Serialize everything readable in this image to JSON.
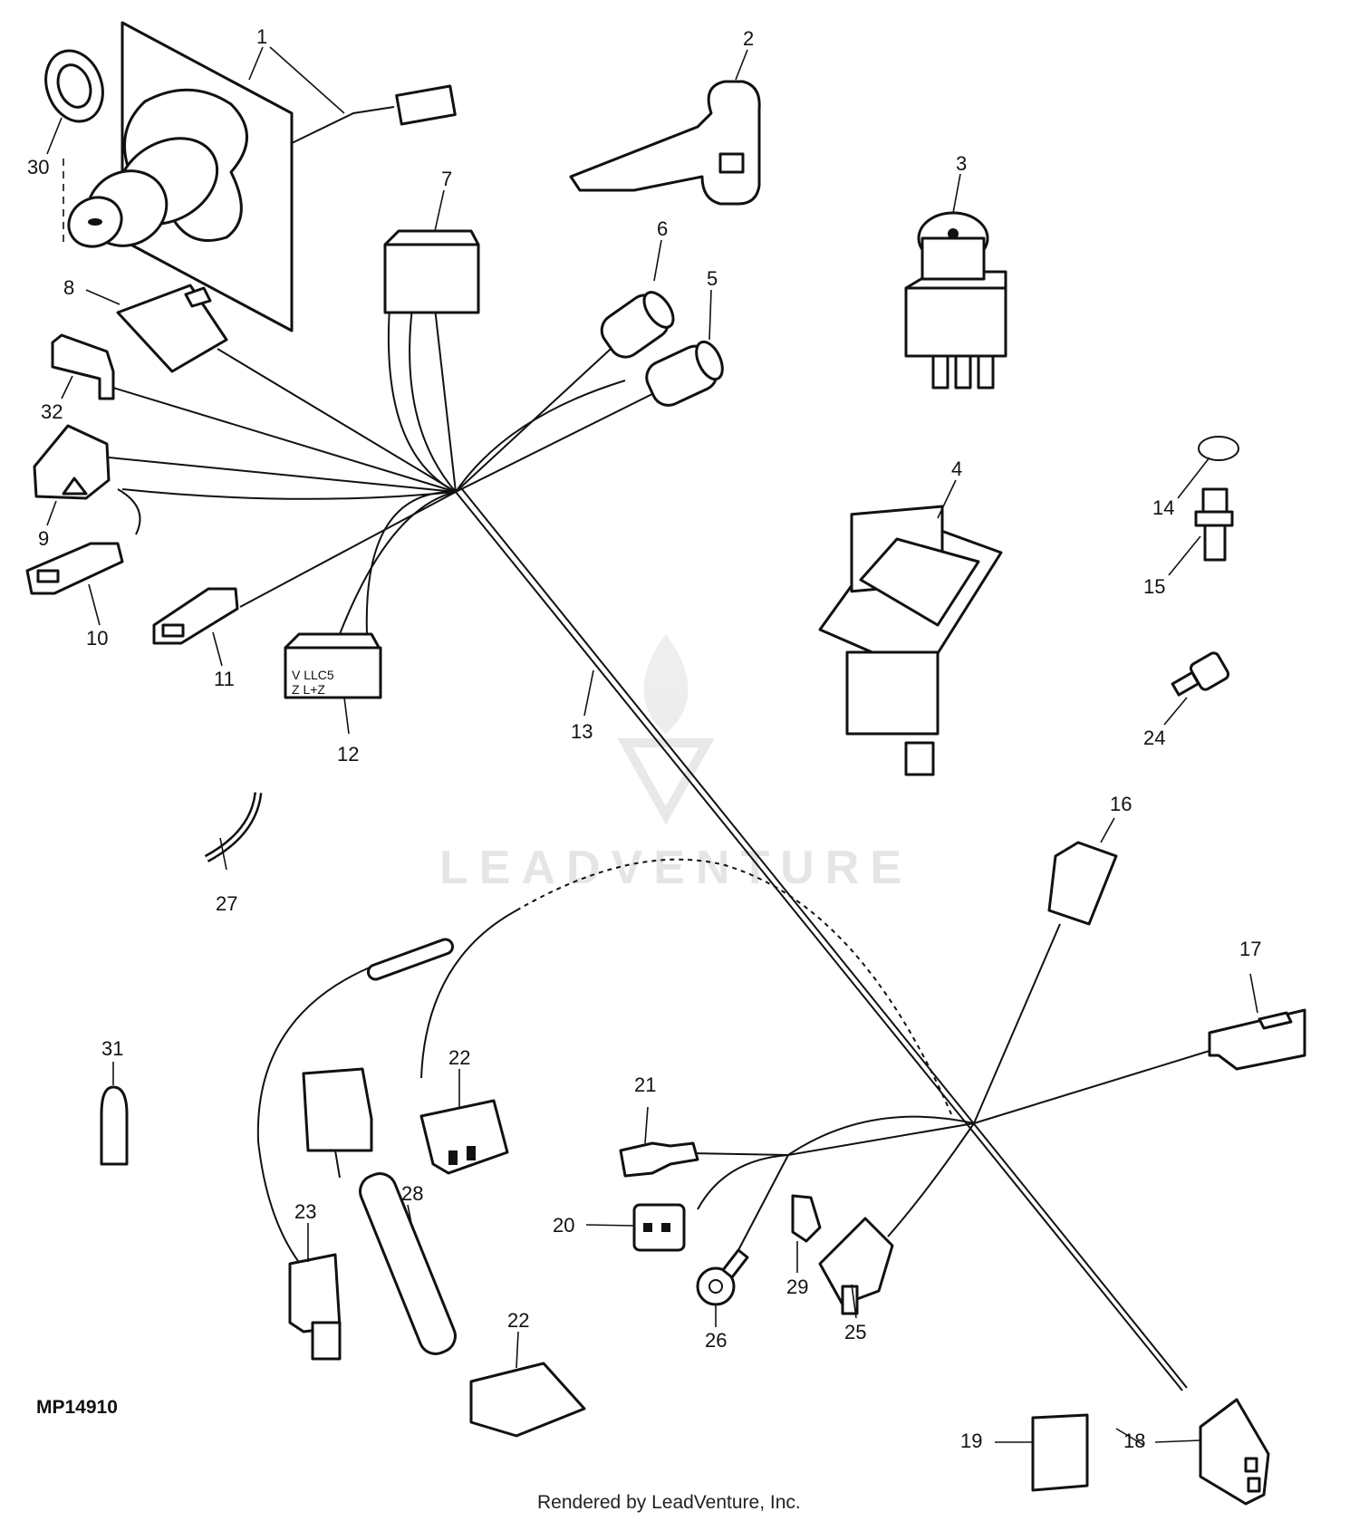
{
  "diagram": {
    "drawing_code": "MP14910",
    "credit": "Rendered by LeadVenture, Inc.",
    "watermark": "LEADVENTURE",
    "callouts": [
      {
        "id": "c1",
        "text": "1"
      },
      {
        "id": "c2",
        "text": "2"
      },
      {
        "id": "c3",
        "text": "3"
      },
      {
        "id": "c4",
        "text": "4"
      },
      {
        "id": "c5",
        "text": "5"
      },
      {
        "id": "c6",
        "text": "6"
      },
      {
        "id": "c7",
        "text": "7"
      },
      {
        "id": "c8",
        "text": "8"
      },
      {
        "id": "c9",
        "text": "9"
      },
      {
        "id": "c10",
        "text": "10"
      },
      {
        "id": "c11",
        "text": "11"
      },
      {
        "id": "c12",
        "text": "12"
      },
      {
        "id": "c13",
        "text": "13"
      },
      {
        "id": "c14",
        "text": "14"
      },
      {
        "id": "c15",
        "text": "15"
      },
      {
        "id": "c16",
        "text": "16"
      },
      {
        "id": "c17",
        "text": "17"
      },
      {
        "id": "c18",
        "text": "18"
      },
      {
        "id": "c19",
        "text": "19"
      },
      {
        "id": "c20",
        "text": "20"
      },
      {
        "id": "c21",
        "text": "21"
      },
      {
        "id": "c22a",
        "text": "22"
      },
      {
        "id": "c22b",
        "text": "22"
      },
      {
        "id": "c23",
        "text": "23"
      },
      {
        "id": "c24",
        "text": "24"
      },
      {
        "id": "c25",
        "text": "25"
      },
      {
        "id": "c26",
        "text": "26"
      },
      {
        "id": "c27",
        "text": "27"
      },
      {
        "id": "c28",
        "text": "28"
      },
      {
        "id": "c29",
        "text": "29"
      },
      {
        "id": "c30",
        "text": "30"
      },
      {
        "id": "c31",
        "text": "31"
      },
      {
        "id": "c32",
        "text": "32"
      }
    ]
  }
}
